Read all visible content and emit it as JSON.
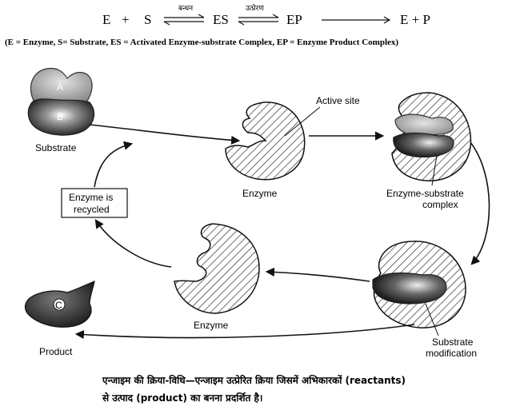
{
  "equation": {
    "e1": "E",
    "plus1": "+",
    "s": "S",
    "step1": "बन्धन",
    "es": "ES",
    "step2": "उत्प्रेरण",
    "ep": "EP",
    "result": "E + P"
  },
  "legend": "(E = Enzyme, S= Substrate, ES = Activated Enzyme-substrate Complex, EP = Enzyme Product Complex)",
  "labels": {
    "part_a": "A",
    "part_b": "B",
    "part_c": "C",
    "substrate": "Substrate",
    "active_site": "Active site",
    "enzyme_top": "Enzyme",
    "es_complex_1": "Enzyme-substrate",
    "es_complex_2": "complex",
    "recycled_1": "Enzyme is",
    "recycled_2": "recycled",
    "enzyme_bottom": "Enzyme",
    "substrate_mod_1": "Substrate",
    "substrate_mod_2": "modification",
    "product": "Product"
  },
  "caption": {
    "line1": "एन्जाइम की क्रिया-विधि—एन्जाइम उत्प्रेरित क्रिया जिसमें अभिकारकों (reactants)",
    "line2": "से उत्पाद (product) का बनना प्रदर्शित है।"
  }
}
